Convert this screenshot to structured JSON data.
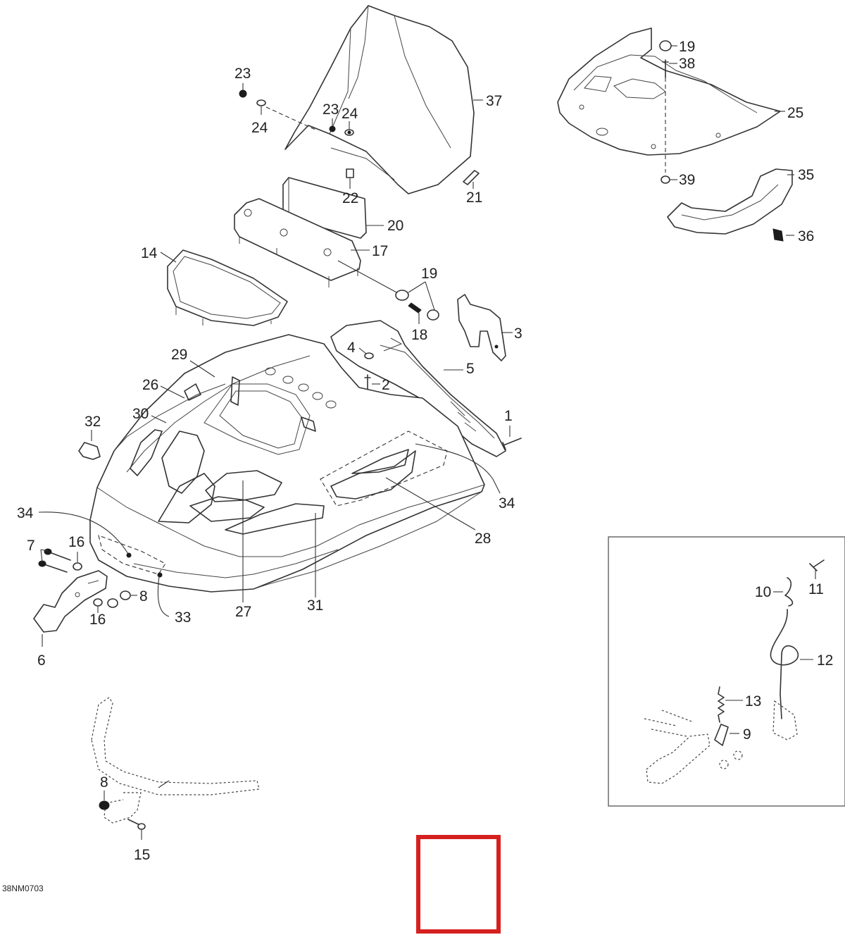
{
  "diagram_code": "38NM0703",
  "callouts": {
    "c1": "1",
    "c2": "2",
    "c3": "3",
    "c4": "4",
    "c5": "5",
    "c6": "6",
    "c7": "7",
    "c8a": "8",
    "c8b": "8",
    "c9": "9",
    "c10": "10",
    "c11": "11",
    "c12": "12",
    "c13": "13",
    "c14": "14",
    "c15": "15",
    "c16a": "16",
    "c16b": "16",
    "c17": "17",
    "c18": "18",
    "c19a": "19",
    "c19b": "19",
    "c20": "20",
    "c21": "21",
    "c22": "22",
    "c23a": "23",
    "c23b": "23",
    "c24a": "24",
    "c24b": "24",
    "c25": "25",
    "c26": "26",
    "c27": "27",
    "c28": "28",
    "c29": "29",
    "c30": "30",
    "c31": "31",
    "c32": "32",
    "c33": "33",
    "c34a": "34",
    "c34b": "34",
    "c35": "35",
    "c36": "36",
    "c37": "37",
    "c38": "38",
    "c39": "39"
  },
  "colors": {
    "ink": "#333333",
    "marker_red": "#d62020",
    "paper": "#ffffff"
  }
}
